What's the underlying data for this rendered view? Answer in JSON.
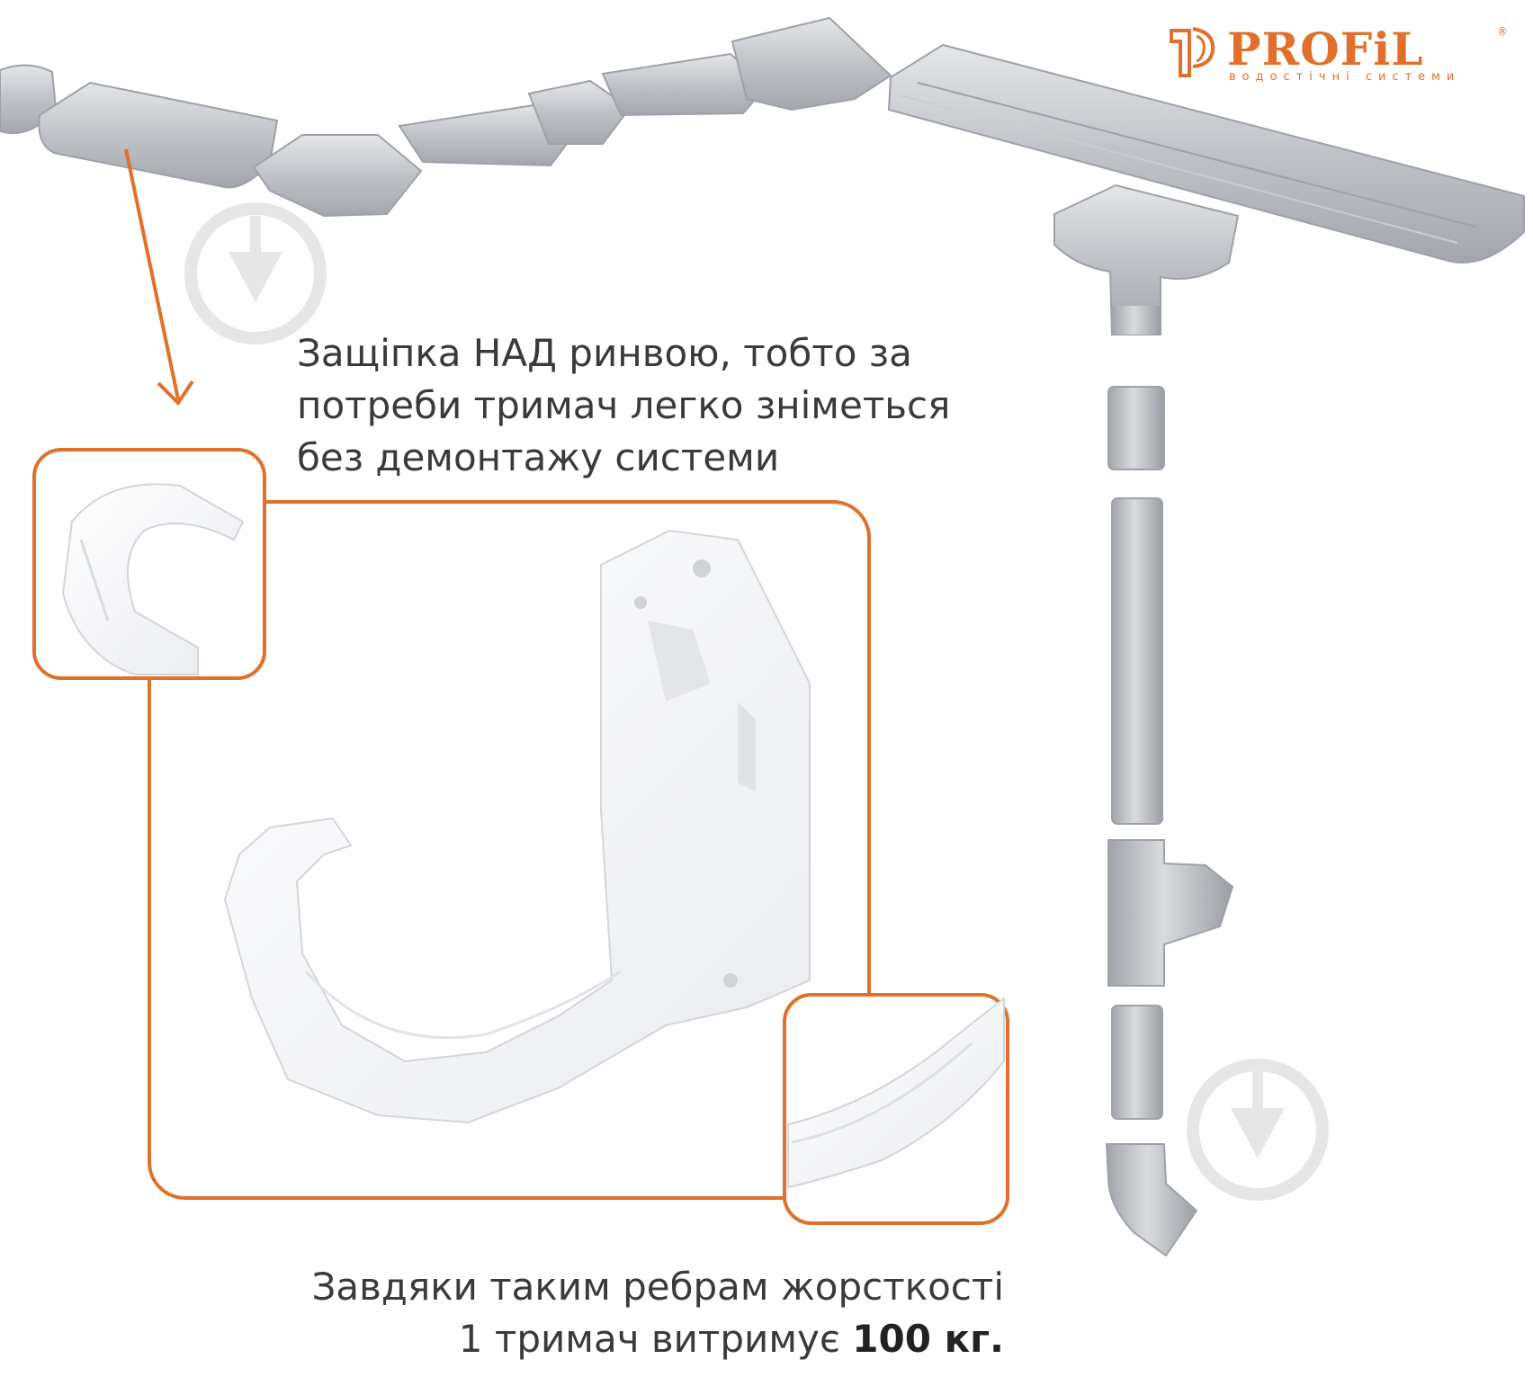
{
  "brand": {
    "name": "PROFiL",
    "tagline": "водостічні системи",
    "registered_mark": "®",
    "color": "#e0702b"
  },
  "caption_top": {
    "lines": [
      "Защіпка НАД ринвою, тобто за",
      "потреби тримач легко зніметься",
      "без демонтажу системи"
    ]
  },
  "caption_bottom": {
    "line1": "Завдяки таким ребрам жорсткості",
    "line2_prefix": "1 тримач витримує ",
    "line2_bold": "100 кг."
  },
  "colors": {
    "accent_orange": "#e0702b",
    "gutter_grey": "#b9bcc1",
    "watermark_grey": "#e6e6e6",
    "bracket_white": "#ffffff"
  }
}
